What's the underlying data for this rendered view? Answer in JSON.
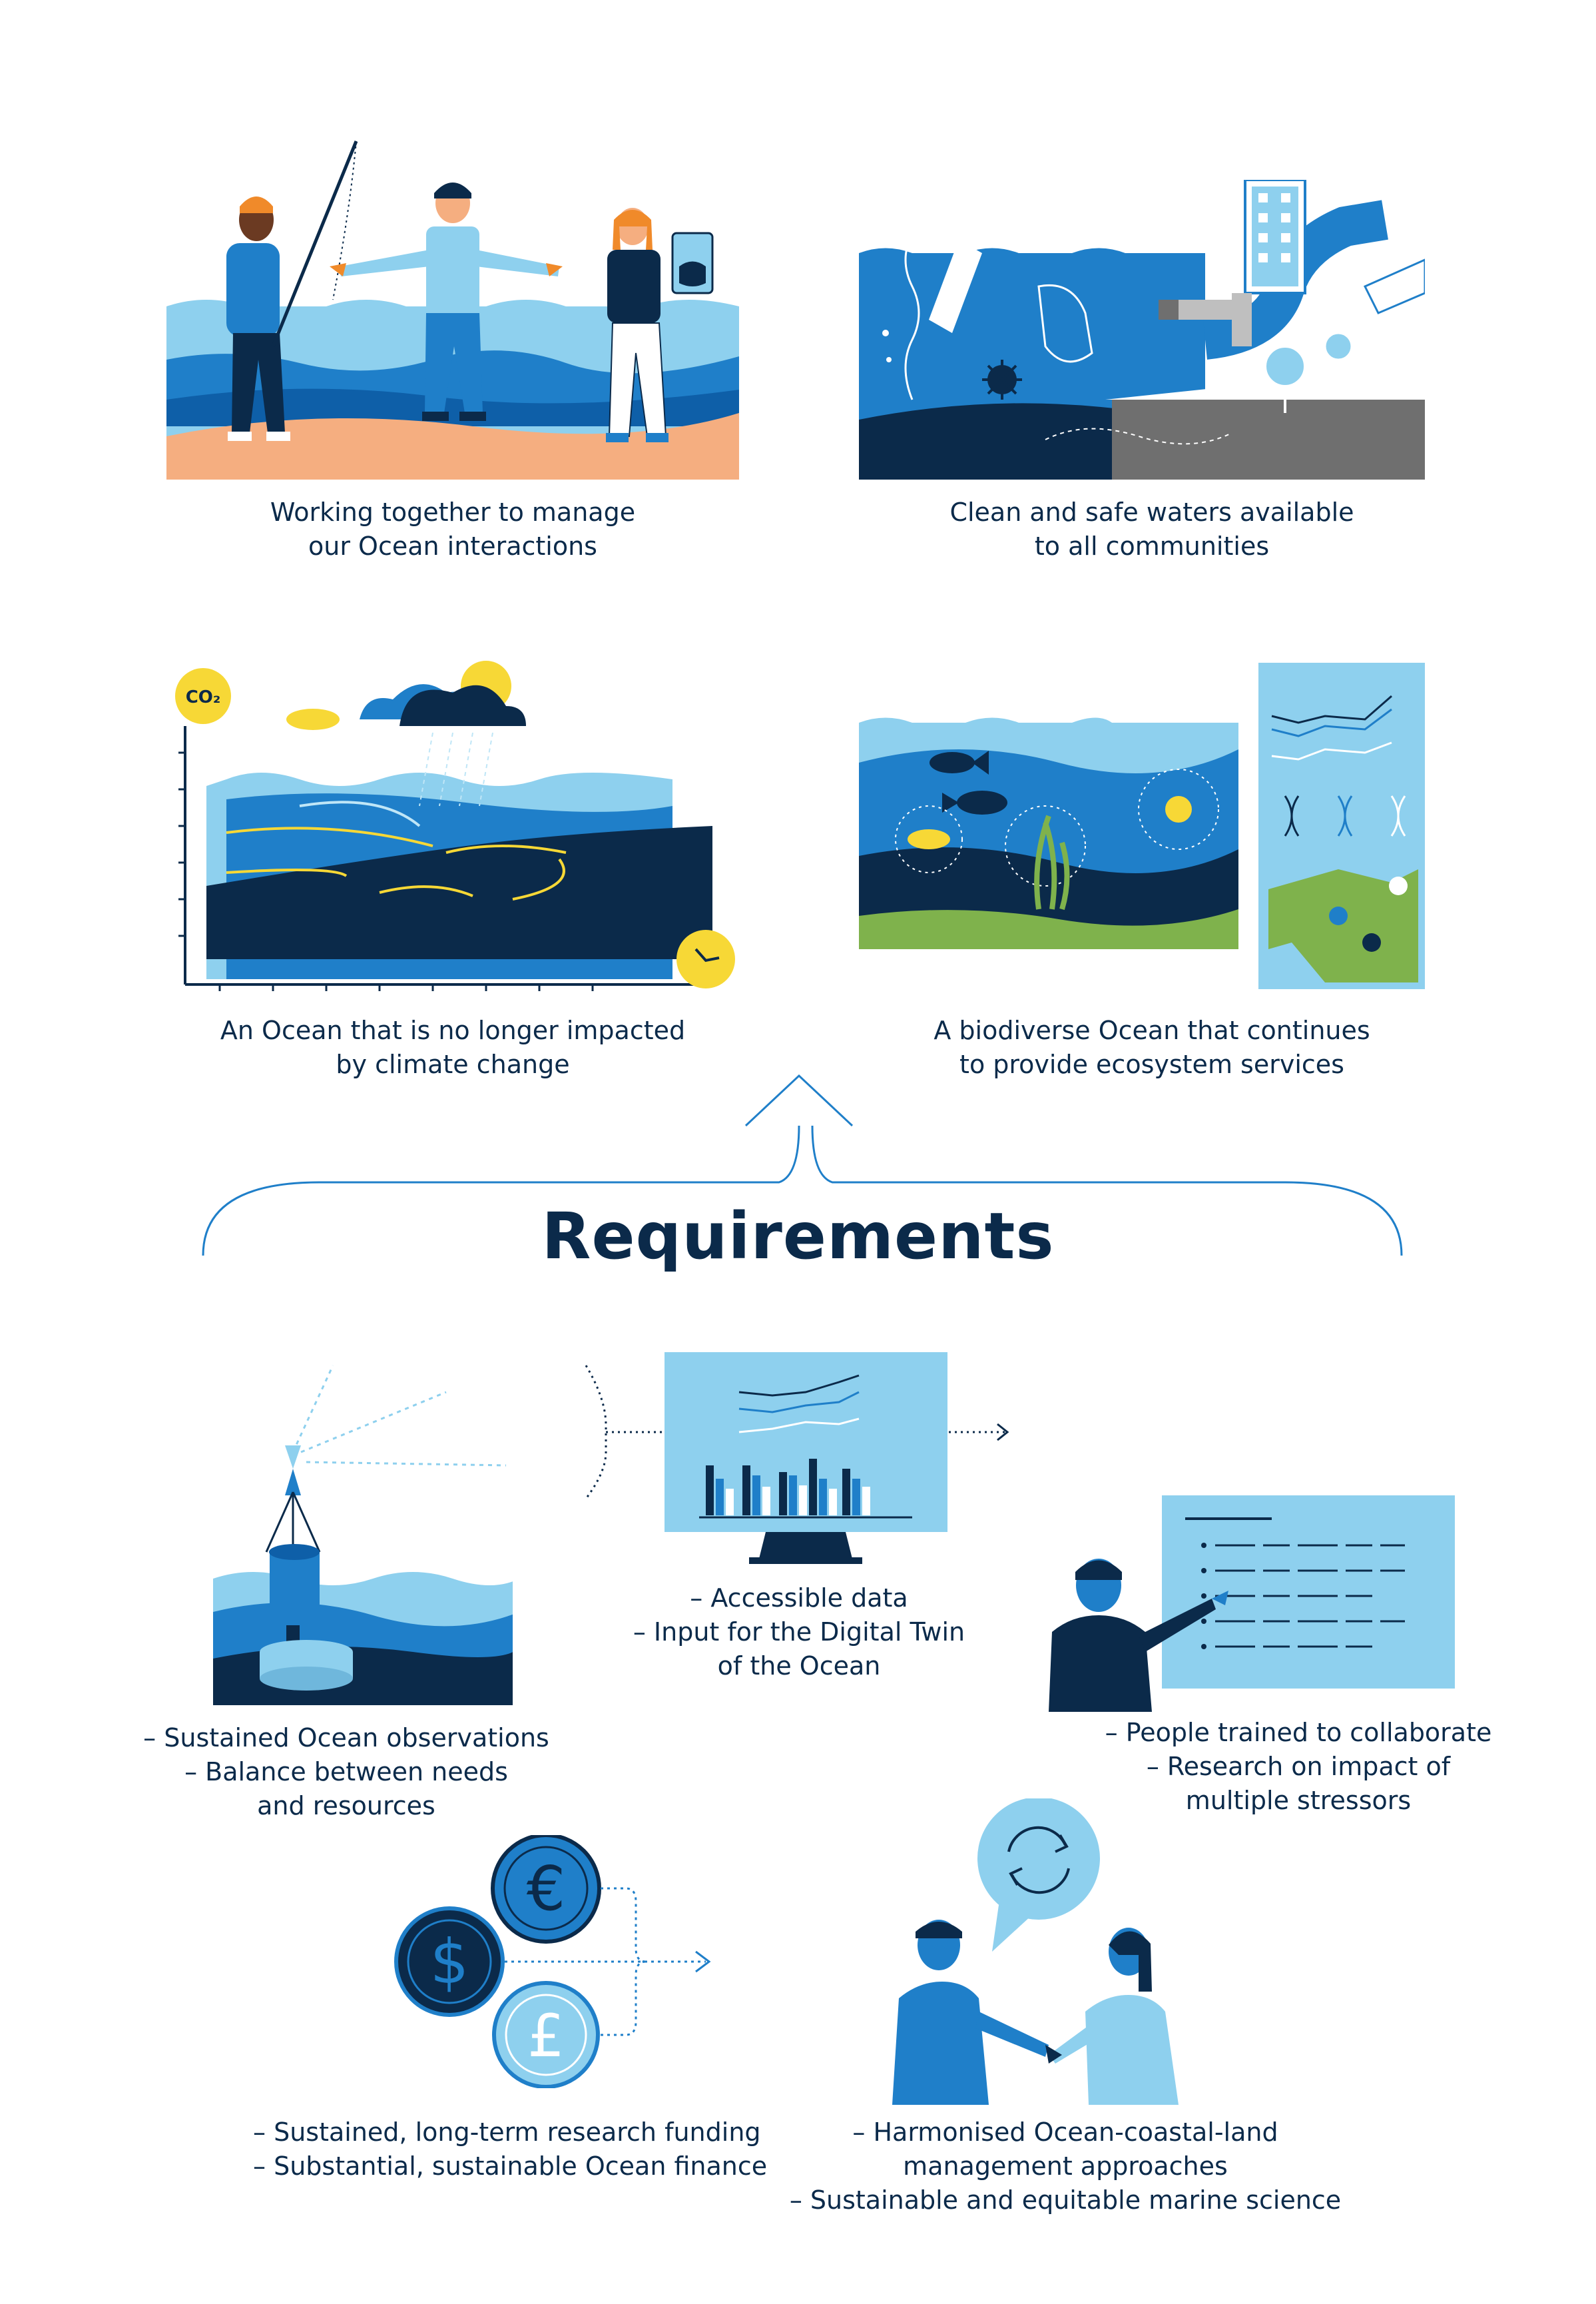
{
  "top_captions": [
    {
      "lines": [
        "Working together to manage",
        "our Ocean interactions"
      ]
    },
    {
      "lines": [
        "Clean and safe waters available",
        "to all communities"
      ]
    },
    {
      "lines": [
        "An Ocean that is no longer impacted",
        "by climate change"
      ]
    },
    {
      "lines": [
        "A biodiverse Ocean that continues",
        "to provide ecosystem services"
      ]
    }
  ],
  "climate_badge": "CO₂",
  "requirements_title": "Requirements",
  "requirement_captions": [
    {
      "lines": [
        "– Accessible data",
        "– Input for the Digital Twin",
        "of the Ocean"
      ]
    },
    {
      "lines": [
        "– Sustained Ocean observations",
        "– Balance between needs",
        "and resources"
      ]
    },
    {
      "lines": [
        "– People trained to collaborate",
        "– Research on impact of",
        "multiple stressors"
      ]
    },
    {
      "lines": [
        "– Sustained, long-term research funding",
        "– Substantial, sustainable Ocean finance"
      ]
    },
    {
      "lines": [
        "– Harmonised Ocean-coastal-land",
        "management approaches",
        "– Sustainable and equitable marine science"
      ]
    }
  ],
  "currency_symbols": {
    "euro": "€",
    "dollar": "$",
    "pound": "£"
  },
  "colors": {
    "navy": "#0b2a4a",
    "mid_blue": "#1f7fc9",
    "light_blue": "#8ed0ee",
    "pale_blue": "#bfe6f7",
    "sand": "#f5ae80",
    "green": "#7fb24c",
    "yellow": "#f7d836",
    "grey": "#6f6f6f"
  }
}
